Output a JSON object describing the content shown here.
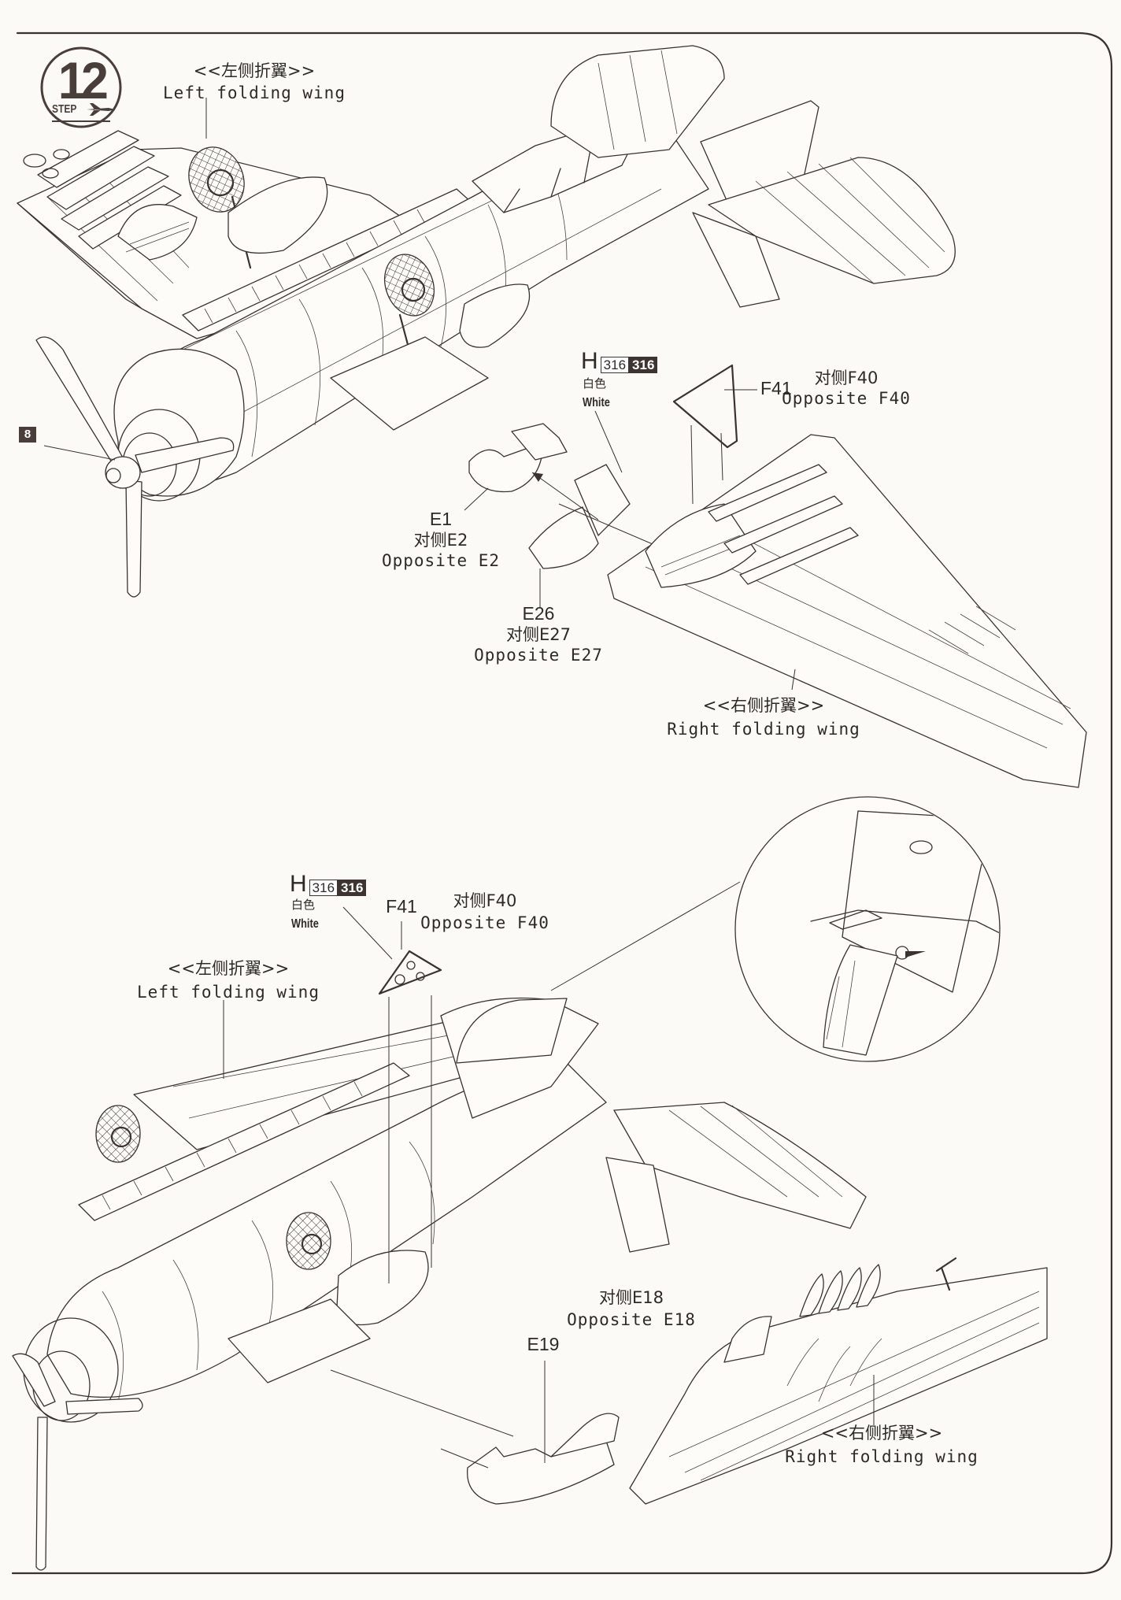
{
  "step": {
    "number": "12",
    "word": "STEP"
  },
  "page_ref": "8",
  "upper_diagram": {
    "left_wing_label_cn": "<<左侧折翼>>",
    "left_wing_label_en": "Left folding wing",
    "paint": {
      "letter": "H",
      "code_outline": "316",
      "code_filled": "316",
      "color_cn": "白色",
      "color_en": "White"
    },
    "f41_label": "F41",
    "f40_cn": "对侧F40",
    "f40_en": "Opposite F40",
    "e1_label": "E1",
    "e2_cn": "对侧E2",
    "e2_en": "Opposite E2",
    "e26_label": "E26",
    "e27_cn": "对侧E27",
    "e27_en": "Opposite E27",
    "right_wing_label_cn": "<<右侧折翼>>",
    "right_wing_label_en": "Right folding wing"
  },
  "lower_diagram": {
    "paint": {
      "letter": "H",
      "code_outline": "316",
      "code_filled": "316",
      "color_cn": "白色",
      "color_en": "White"
    },
    "f41_label": "F41",
    "f40_cn": "对侧F40",
    "f40_en": "Opposite F40",
    "left_wing_label_cn": "<<左侧折翼>>",
    "left_wing_label_en": "Left folding wing",
    "e18_cn": "对侧E18",
    "e18_en": "Opposite E18",
    "e19_label": "E19",
    "right_wing_label_cn": "<<右侧折翼>>",
    "right_wing_label_en": "Right folding wing"
  },
  "colors": {
    "ink": "#3a3330",
    "paper": "#fbfaf6",
    "badge": "#4a3e3a"
  }
}
